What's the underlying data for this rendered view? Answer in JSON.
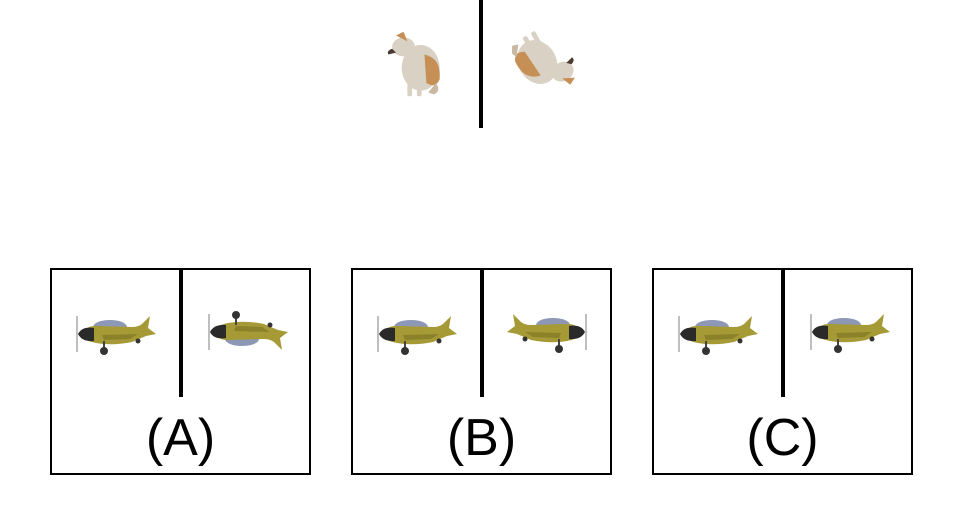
{
  "options": [
    {
      "label": "(A)"
    },
    {
      "label": "(B)"
    },
    {
      "label": "(C)"
    }
  ],
  "colors": {
    "plane_body": "#a59a36",
    "plane_canopy": "#8d97b6",
    "dog_fur": "#d9d2c4",
    "dog_tan": "#c68f55"
  }
}
